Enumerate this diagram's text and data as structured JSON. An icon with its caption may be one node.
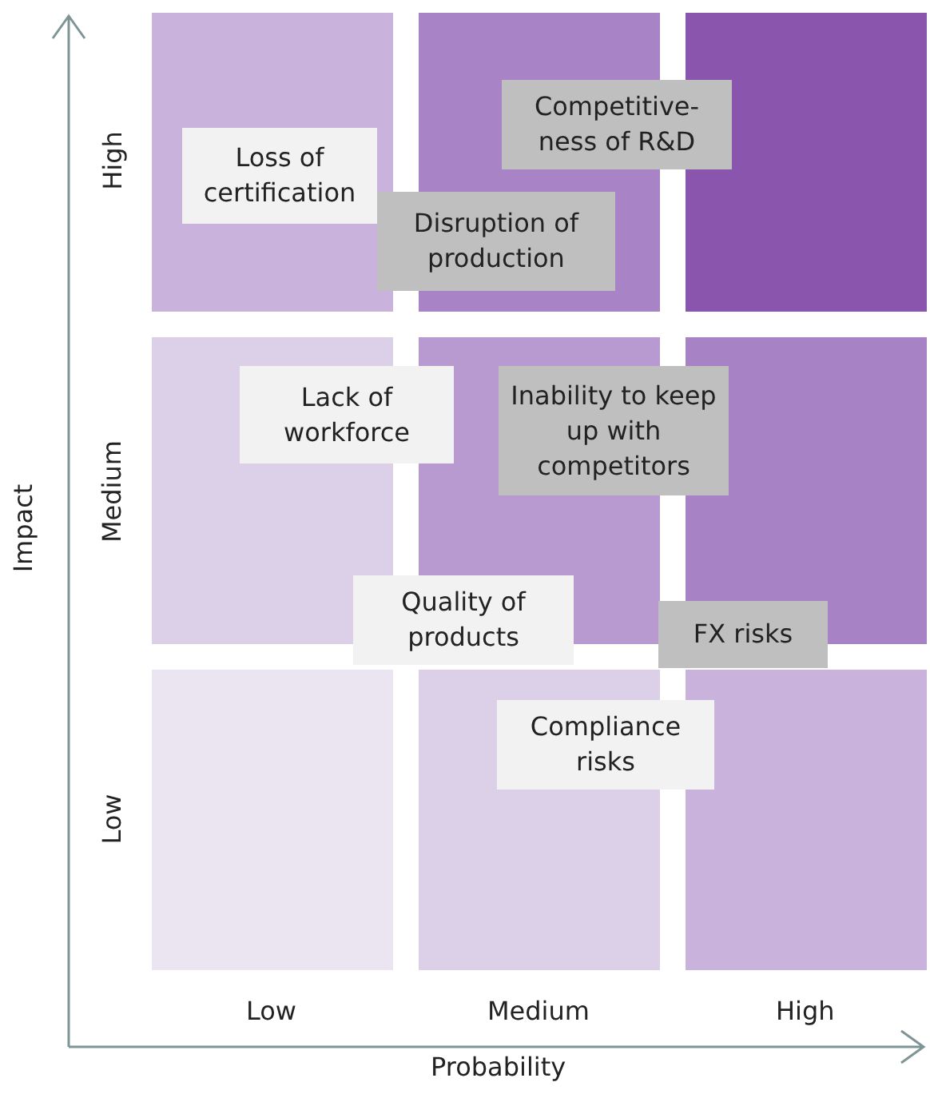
{
  "diagram": {
    "nodes": [
      {
        "text": [
          "Loss of certification"
        ]
      },
      {
        "text": [
          "Competitive- ness of R&D"
        ]
      },
      {
        "text": [
          "Disruption of production"
        ]
      },
      {
        "text": [
          "Lack of workforce"
        ]
      },
      {
        "text": [
          "Inability to keep up with competitors"
        ]
      },
      {
        "text": [
          "Quality of products"
        ]
      },
      {
        "text": [
          "FX risks"
        ]
      },
      {
        "text": [
          "Compliance risks"
        ]
      }
    ],
    "edges": [],
    "labels": [
      "High",
      "Impact",
      "Medium",
      "Low",
      "Low",
      "Medium",
      "High",
      "Probability"
    ]
  }
}
